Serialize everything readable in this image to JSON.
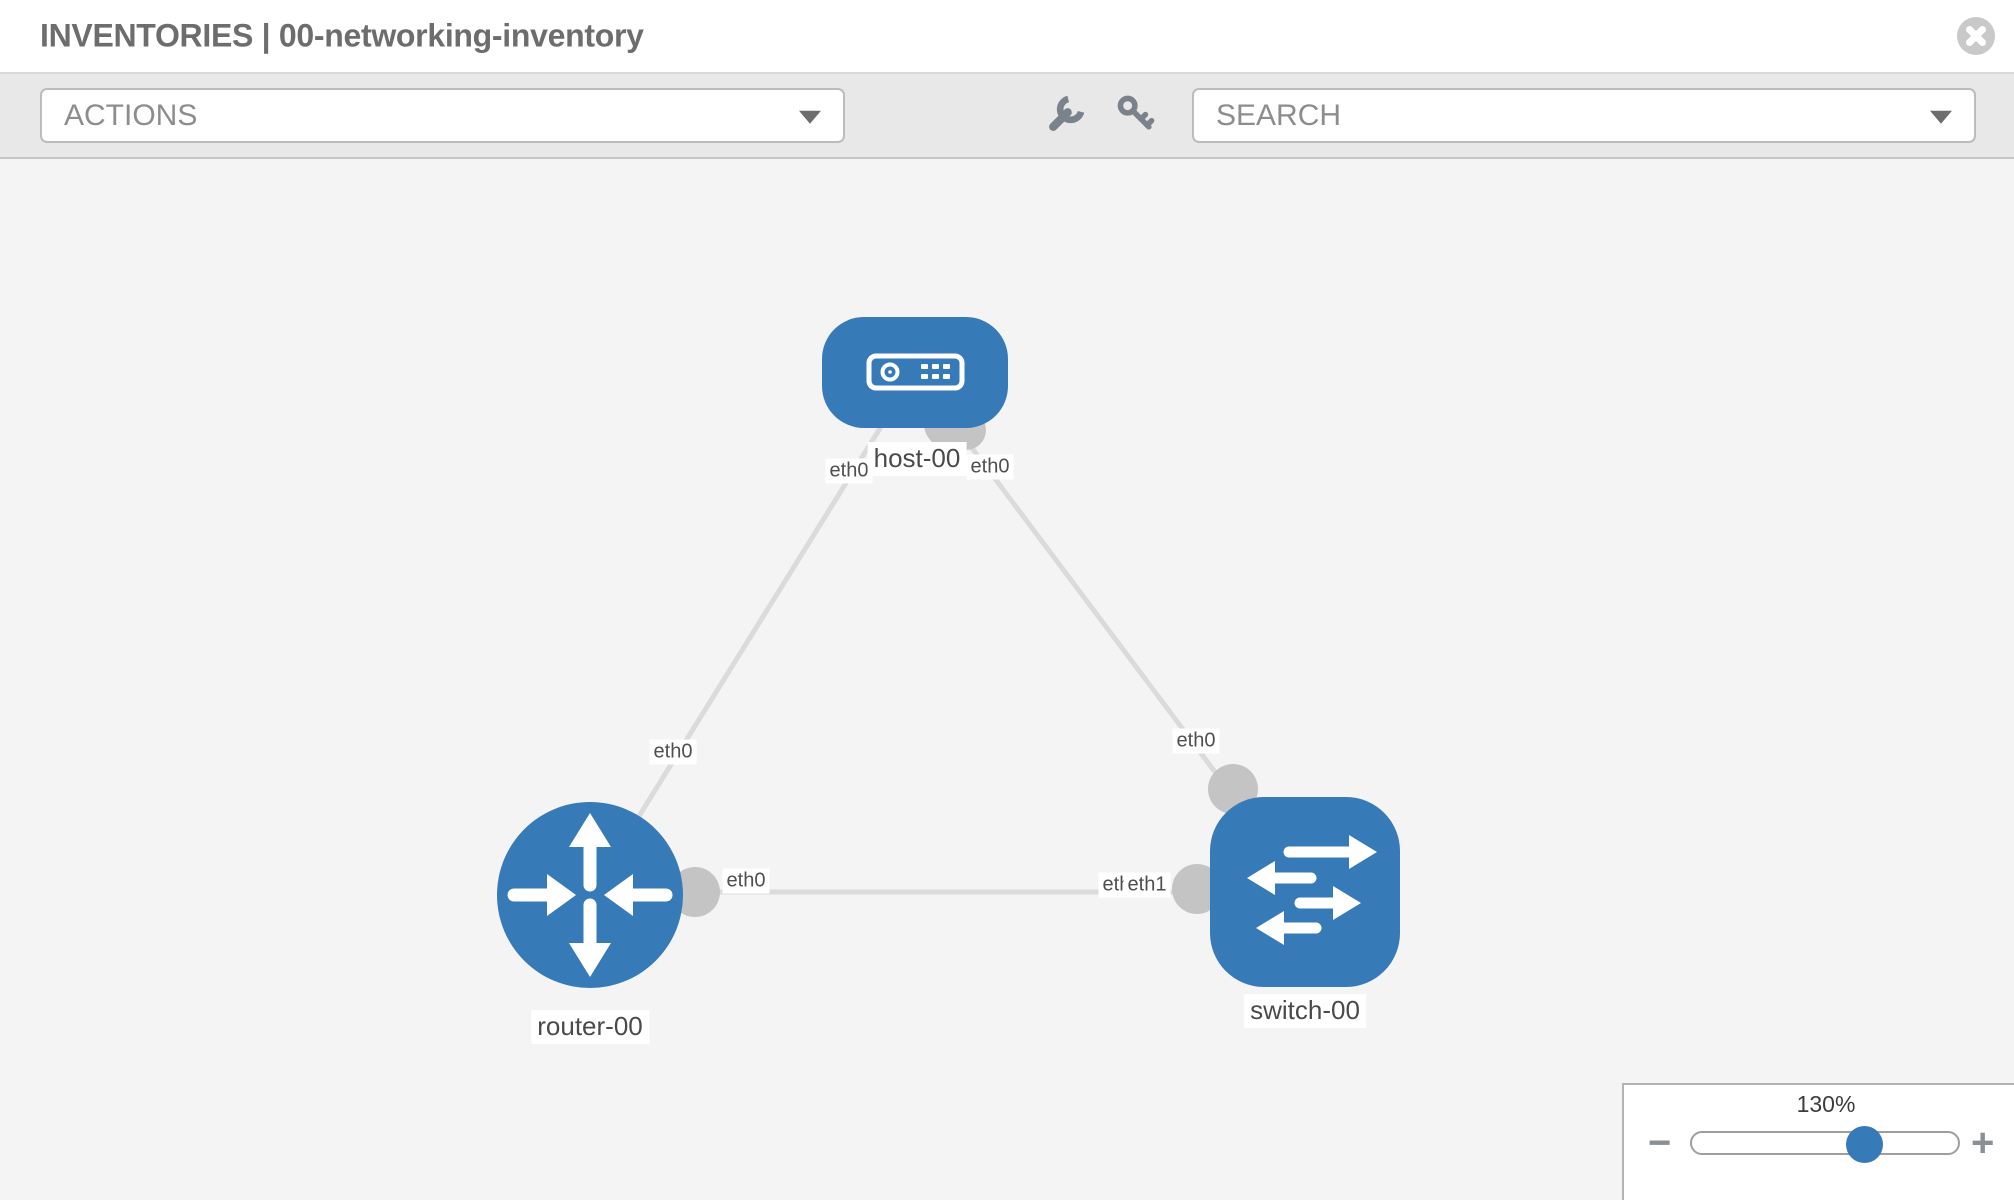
{
  "header": {
    "title": "INVENTORIES | 00-networking-inventory"
  },
  "toolbar": {
    "actions": {
      "label": "ACTIONS"
    },
    "search": {
      "label": "SEARCH"
    }
  },
  "colors": {
    "node_blue": "#377ab8",
    "link_gray": "#dbdbdb",
    "endpoint_gray": "#c4c4c4",
    "toolbar_bg": "#e8e8e8",
    "canvas_bg": "#f4f4f4",
    "label_text": "#4a4a4a",
    "title_text": "#6d6d6d"
  },
  "topology": {
    "nodes": [
      {
        "id": "host-00",
        "label": "host-00",
        "type": "host"
      },
      {
        "id": "router-00",
        "label": "router-00",
        "type": "router"
      },
      {
        "id": "switch-00",
        "label": "switch-00",
        "type": "switch"
      }
    ],
    "interface_labels": [
      {
        "text": "eth0"
      },
      {
        "text": "eth0"
      },
      {
        "text": "eth0"
      },
      {
        "text": "eth0"
      },
      {
        "text": "eth0"
      },
      {
        "text": "eth0"
      },
      {
        "text": "eth1"
      }
    ]
  },
  "zoom_control": {
    "value": "130%",
    "minus_label": "−",
    "plus_label": "+"
  }
}
